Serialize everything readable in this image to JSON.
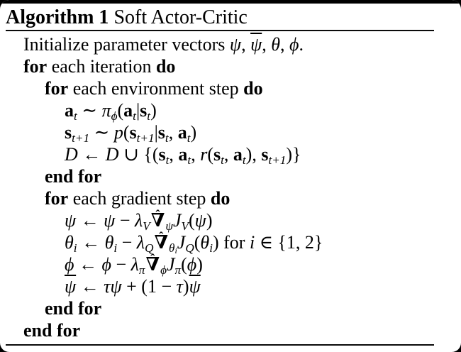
{
  "colors": {
    "text": "#000000",
    "background": "#ffffff",
    "frame": "#000000"
  },
  "algorithm": {
    "title": {
      "label": "Algorithm 1",
      "name": " Soft Actor-Critic"
    },
    "lines": [
      {
        "indent": 1,
        "segments": [
          {
            "t": "Initialize parameter vectors ",
            "style": "rm"
          },
          {
            "t": "ψ",
            "style": "it"
          },
          {
            "t": ", ",
            "style": "rm"
          },
          {
            "t": "ψ",
            "style": "it",
            "bar": true
          },
          {
            "t": ", ",
            "style": "rm"
          },
          {
            "t": "θ",
            "style": "it"
          },
          {
            "t": ", ",
            "style": "rm"
          },
          {
            "t": "ϕ",
            "style": "it"
          },
          {
            "t": ".",
            "style": "rm"
          }
        ]
      },
      {
        "indent": 1,
        "segments": [
          {
            "t": "for",
            "style": "bf"
          },
          {
            "t": " each iteration ",
            "style": "rm"
          },
          {
            "t": "do",
            "style": "bf"
          }
        ]
      },
      {
        "indent": 2,
        "segments": [
          {
            "t": "for",
            "style": "bf"
          },
          {
            "t": " each environment step ",
            "style": "rm"
          },
          {
            "t": "do",
            "style": "bf"
          }
        ]
      },
      {
        "indent": 3,
        "segments": [
          {
            "t": "a",
            "style": "mbf"
          },
          {
            "t": "t",
            "style": "it",
            "pos": "sub"
          },
          {
            "t": " ∼ ",
            "style": "rm"
          },
          {
            "t": "π",
            "style": "it"
          },
          {
            "t": "ϕ",
            "style": "it",
            "pos": "sub"
          },
          {
            "t": "(",
            "style": "rm"
          },
          {
            "t": "a",
            "style": "mbf"
          },
          {
            "t": "t",
            "style": "it",
            "pos": "sub"
          },
          {
            "t": "|",
            "style": "rm"
          },
          {
            "t": "s",
            "style": "mbf"
          },
          {
            "t": "t",
            "style": "it",
            "pos": "sub"
          },
          {
            "t": ")",
            "style": "rm"
          }
        ]
      },
      {
        "indent": 3,
        "segments": [
          {
            "t": "s",
            "style": "mbf"
          },
          {
            "t": "t+1",
            "style": "it",
            "pos": "sub"
          },
          {
            "t": " ∼ ",
            "style": "rm"
          },
          {
            "t": "p",
            "style": "it"
          },
          {
            "t": "(",
            "style": "rm"
          },
          {
            "t": "s",
            "style": "mbf"
          },
          {
            "t": "t+1",
            "style": "it",
            "pos": "sub"
          },
          {
            "t": "|",
            "style": "rm"
          },
          {
            "t": "s",
            "style": "mbf"
          },
          {
            "t": "t",
            "style": "it",
            "pos": "sub"
          },
          {
            "t": ", ",
            "style": "rm"
          },
          {
            "t": "a",
            "style": "mbf"
          },
          {
            "t": "t",
            "style": "it",
            "pos": "sub"
          },
          {
            "t": ")",
            "style": "rm"
          }
        ]
      },
      {
        "indent": 3,
        "segments": [
          {
            "t": "D",
            "style": "cal"
          },
          {
            "t": " ← ",
            "style": "rm"
          },
          {
            "t": "D",
            "style": "cal"
          },
          {
            "t": " ∪ {(",
            "style": "rm"
          },
          {
            "t": "s",
            "style": "mbf"
          },
          {
            "t": "t",
            "style": "it",
            "pos": "sub"
          },
          {
            "t": ", ",
            "style": "rm"
          },
          {
            "t": "a",
            "style": "mbf"
          },
          {
            "t": "t",
            "style": "it",
            "pos": "sub"
          },
          {
            "t": ", ",
            "style": "rm"
          },
          {
            "t": "r",
            "style": "it"
          },
          {
            "t": "(",
            "style": "rm"
          },
          {
            "t": "s",
            "style": "mbf"
          },
          {
            "t": "t",
            "style": "it",
            "pos": "sub"
          },
          {
            "t": ", ",
            "style": "rm"
          },
          {
            "t": "a",
            "style": "mbf"
          },
          {
            "t": "t",
            "style": "it",
            "pos": "sub"
          },
          {
            "t": "), ",
            "style": "rm"
          },
          {
            "t": "s",
            "style": "mbf"
          },
          {
            "t": "t+1",
            "style": "it",
            "pos": "sub"
          },
          {
            "t": ")}",
            "style": "rm"
          }
        ]
      },
      {
        "indent": 2,
        "segments": [
          {
            "t": "end for",
            "style": "bf"
          }
        ]
      },
      {
        "indent": 2,
        "segments": [
          {
            "t": "for",
            "style": "bf"
          },
          {
            "t": " each gradient step ",
            "style": "rm"
          },
          {
            "t": "do",
            "style": "bf"
          }
        ]
      },
      {
        "indent": 3,
        "segments": [
          {
            "t": "ψ",
            "style": "it"
          },
          {
            "t": " ← ",
            "style": "rm"
          },
          {
            "t": "ψ",
            "style": "it"
          },
          {
            "t": " − ",
            "style": "rm"
          },
          {
            "t": "λ",
            "style": "it"
          },
          {
            "t": "V",
            "style": "it",
            "pos": "sub"
          },
          {
            "t": "∇",
            "hat": true
          },
          {
            "t": "ψ",
            "style": "it",
            "pos": "sub"
          },
          {
            "t": "J",
            "style": "it"
          },
          {
            "t": "V",
            "style": "it",
            "pos": "sub"
          },
          {
            "t": "(",
            "style": "rm"
          },
          {
            "t": "ψ",
            "style": "it"
          },
          {
            "t": ")",
            "style": "rm"
          }
        ]
      },
      {
        "indent": 3,
        "segments": [
          {
            "t": "θ",
            "style": "it"
          },
          {
            "t": "i",
            "style": "it",
            "pos": "sub"
          },
          {
            "t": " ← ",
            "style": "rm"
          },
          {
            "t": "θ",
            "style": "it"
          },
          {
            "t": "i",
            "style": "it",
            "pos": "sub"
          },
          {
            "t": " − ",
            "style": "rm"
          },
          {
            "t": "λ",
            "style": "it"
          },
          {
            "t": "Q",
            "style": "it",
            "pos": "sub"
          },
          {
            "t": "∇",
            "hat": true
          },
          {
            "t": "θ",
            "style": "it",
            "pos": "sub"
          },
          {
            "t": "i",
            "style": "it",
            "pos": "sub2"
          },
          {
            "t": "J",
            "style": "it"
          },
          {
            "t": "Q",
            "style": "it",
            "pos": "sub"
          },
          {
            "t": "(",
            "style": "rm"
          },
          {
            "t": "θ",
            "style": "it"
          },
          {
            "t": "i",
            "style": "it",
            "pos": "sub"
          },
          {
            "t": ") for ",
            "style": "rm"
          },
          {
            "t": "i",
            "style": "it"
          },
          {
            "t": " ∈ {1, 2}",
            "style": "rm"
          }
        ]
      },
      {
        "indent": 3,
        "segments": [
          {
            "t": "ϕ",
            "style": "it"
          },
          {
            "t": " ← ",
            "style": "rm"
          },
          {
            "t": "ϕ",
            "style": "it"
          },
          {
            "t": " − ",
            "style": "rm"
          },
          {
            "t": "λ",
            "style": "it"
          },
          {
            "t": "π",
            "style": "it",
            "pos": "sub"
          },
          {
            "t": "∇",
            "hat": true
          },
          {
            "t": "ϕ",
            "style": "it",
            "pos": "sub"
          },
          {
            "t": "J",
            "style": "it"
          },
          {
            "t": "π",
            "style": "it",
            "pos": "sub"
          },
          {
            "t": "(",
            "style": "rm"
          },
          {
            "t": "ϕ",
            "style": "it"
          },
          {
            "t": ")",
            "style": "rm"
          }
        ]
      },
      {
        "indent": 3,
        "segments": [
          {
            "t": "ψ",
            "style": "it",
            "bar": true
          },
          {
            "t": " ← ",
            "style": "rm"
          },
          {
            "t": "τ",
            "style": "it"
          },
          {
            "t": "ψ",
            "style": "it"
          },
          {
            "t": " + (1 − ",
            "style": "rm"
          },
          {
            "t": "τ",
            "style": "it"
          },
          {
            "t": ")",
            "style": "rm"
          },
          {
            "t": "ψ",
            "style": "it",
            "bar": true
          }
        ]
      },
      {
        "indent": 2,
        "segments": [
          {
            "t": "end for",
            "style": "bf"
          }
        ]
      },
      {
        "indent": 1,
        "segments": [
          {
            "t": "end for",
            "style": "bf"
          }
        ]
      }
    ]
  }
}
